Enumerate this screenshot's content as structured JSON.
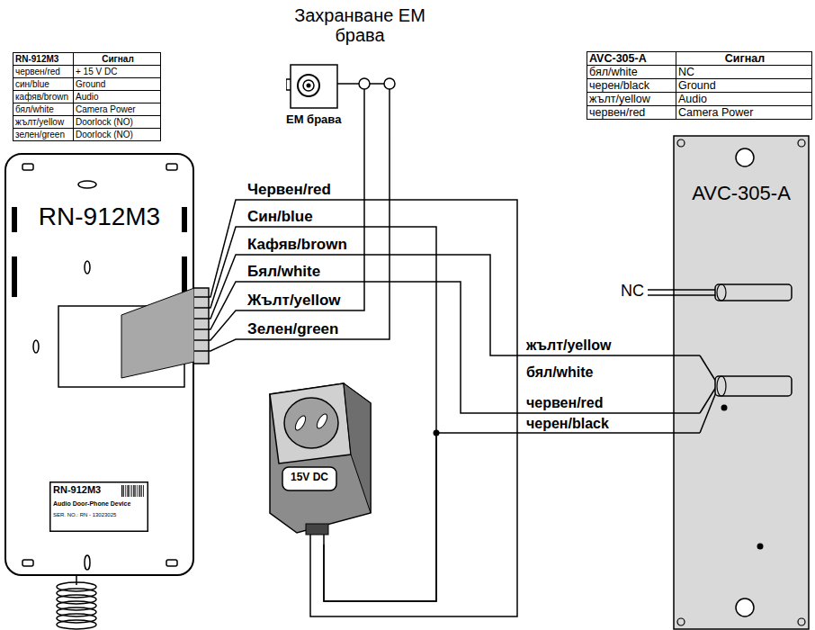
{
  "diagram": {
    "nodes": [
      {
        "text": [
          "RN-912M3"
        ]
      },
      {
        "text": [
          "RN-912M3",
          "Audio Door-Phone Device",
          "SER. NO.: RN - 13023025"
        ],
        "in": 0
      },
      {
        "text": [
          "ЕМ брава"
        ]
      },
      {
        "text": [
          "15V DC"
        ]
      },
      {
        "text": [
          "AVC-305-A"
        ]
      }
    ],
    "edges": [
      {
        "from": 0,
        "to": 3,
        "arrow": "none",
        "label": "Червен/red"
      },
      {
        "from": 0,
        "to": 3,
        "arrow": "none",
        "label": "Син/blue"
      },
      {
        "from": 0,
        "to": 4,
        "arrow": "none",
        "label": "Кафяв/brown"
      },
      {
        "from": 0,
        "to": 4,
        "arrow": "none",
        "label": "Бял/white"
      },
      {
        "from": 0,
        "to": 2,
        "arrow": "none",
        "label": "Жълт/yellow"
      },
      {
        "from": 0,
        "to": 2,
        "arrow": "none",
        "label": "Зелен/green"
      },
      {
        "from": 3,
        "to": 4,
        "arrow": "none"
      }
    ],
    "labels": [
      "Захранване ЕМ брава",
      "RN-912M3",
      "Сигнал",
      "червен/red",
      "+ 15 V DC",
      "син/blue",
      "Ground",
      "кафяв/brown",
      "Audio",
      "бял/white",
      "Camera Power",
      "жълт/yellow",
      "Doorlock (NO)",
      "зелен/green",
      "Doorlock (NO)",
      "AVC-305-A",
      "Сигнал",
      "бял/white",
      "NC",
      "черен/black",
      "Ground",
      "жълт/yellow",
      "Audio",
      "червен/red",
      "Camera Power",
      "NC",
      "жълт/yellow",
      "бял/white",
      "червен/red",
      "черен/black"
    ]
  }
}
